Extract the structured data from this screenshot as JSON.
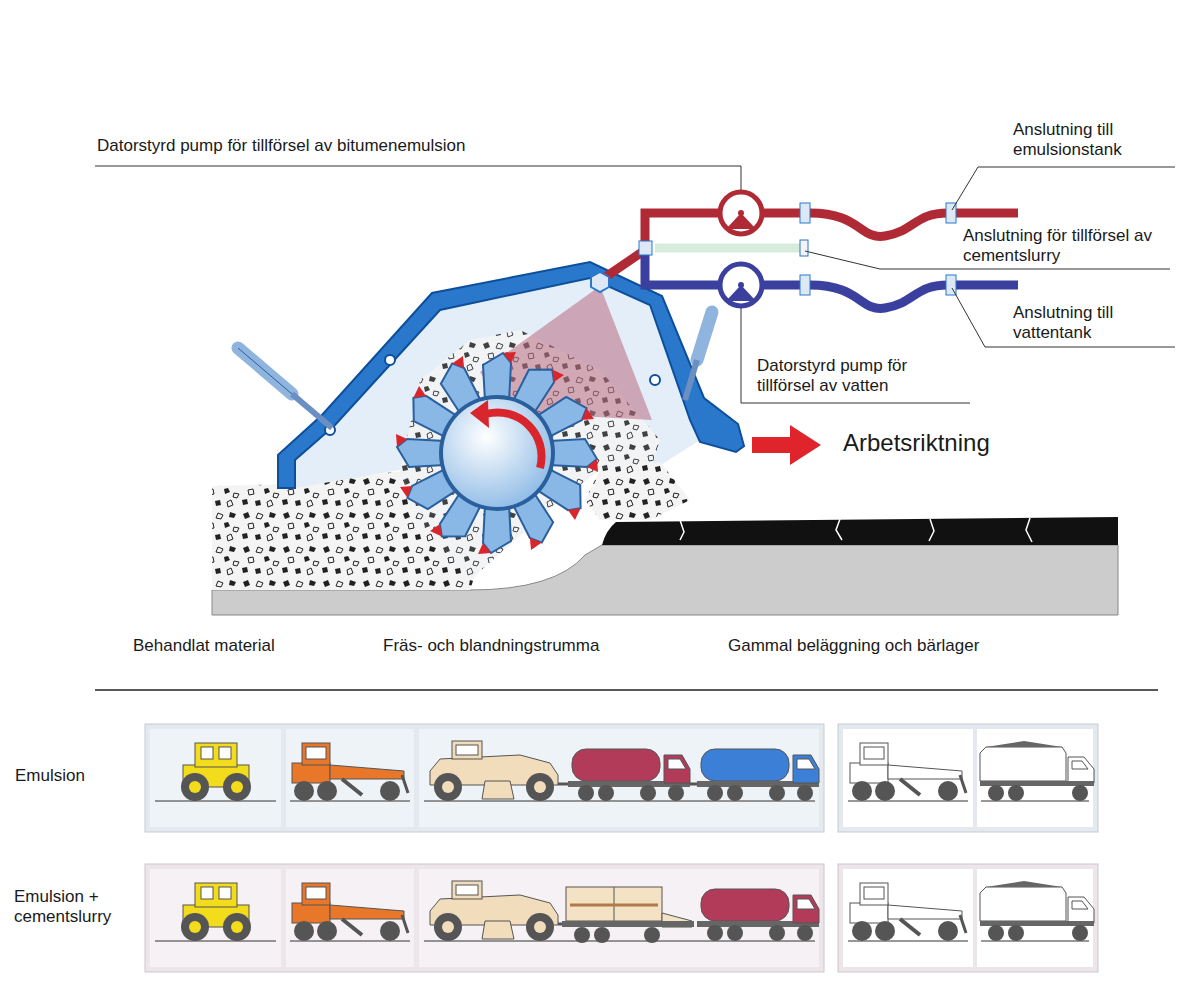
{
  "diagram": {
    "labels": [
      "Datorstyrd pump för tillförsel av bitumenemulsion",
      "Anslutning till emulsionstank",
      "Anslutning för tillförsel av cementslurry",
      "Anslutning till vattentank",
      "Datorstyrd pump för tillförsel av vatten",
      "Arbetsriktning",
      "Behandlat material",
      "Fräs- och blandningstrumma",
      "Gammal beläggning och bärlager",
      "Emulsion",
      "Emulsion + cementslurry"
    ]
  }
}
